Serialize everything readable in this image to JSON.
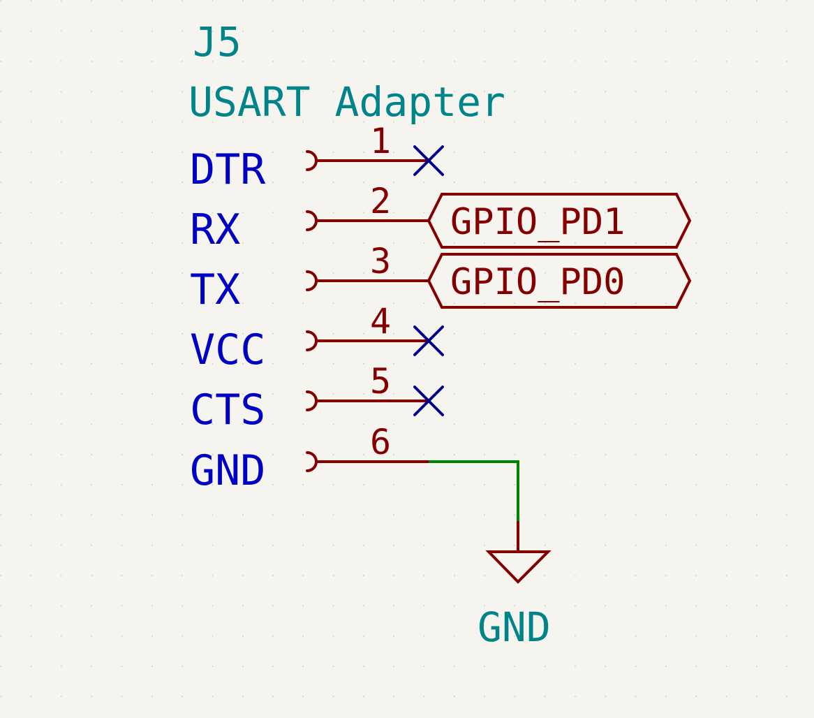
{
  "colors": {
    "background": "#f5f4ef",
    "grid_dot": "#c9c9c4",
    "component_text": "#00848a",
    "pin_name": "#0000c2",
    "pin_line": "#840000",
    "wire": "#008400",
    "no_connect": "#000084"
  },
  "component": {
    "reference": "J5",
    "value": "USART Adapter",
    "pins": [
      {
        "number": "1",
        "name": "DTR",
        "connection": "no-connect"
      },
      {
        "number": "2",
        "name": "RX",
        "connection": "label"
      },
      {
        "number": "3",
        "name": "TX",
        "connection": "label"
      },
      {
        "number": "4",
        "name": "VCC",
        "connection": "no-connect"
      },
      {
        "number": "5",
        "name": "CTS",
        "connection": "no-connect"
      },
      {
        "number": "6",
        "name": "GND",
        "connection": "power"
      }
    ]
  },
  "labels": {
    "rx_net": "GPIO_PD1",
    "tx_net": "GPIO_PD0"
  },
  "power": {
    "symbol": "ground-icon",
    "name": "GND"
  }
}
